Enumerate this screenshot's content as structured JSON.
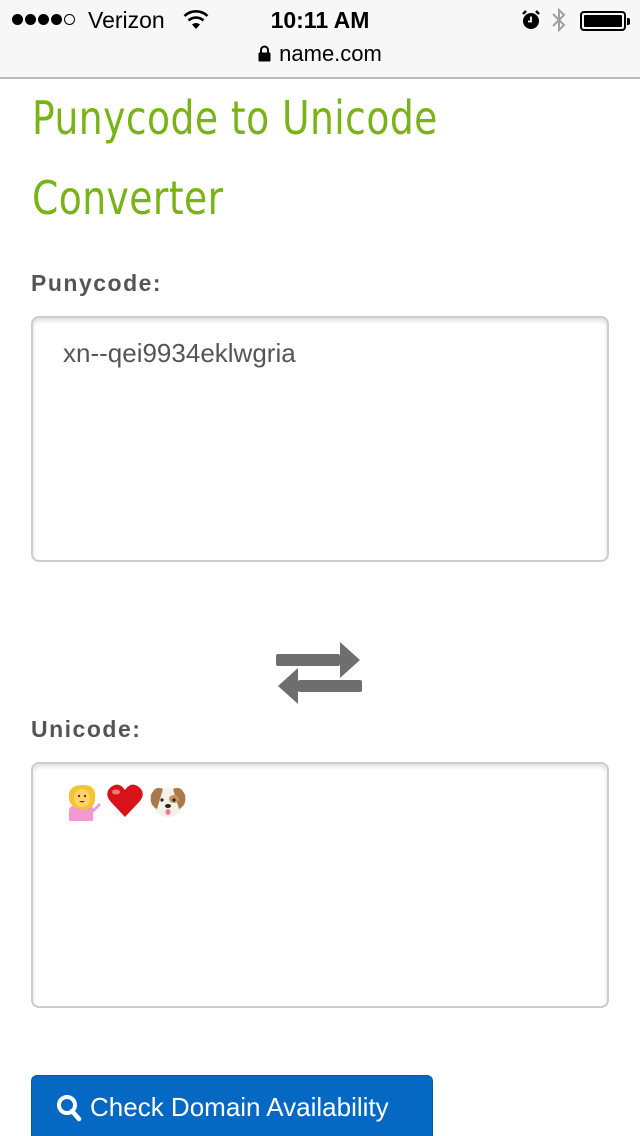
{
  "status_bar": {
    "signal_bars_filled": 4,
    "signal_bars_total": 5,
    "carrier": "Verizon",
    "time": "10:11 AM",
    "icons": [
      "wifi-icon",
      "alarm-icon",
      "bluetooth-icon",
      "battery-icon"
    ]
  },
  "browser": {
    "url": "name.com",
    "secure_icon": "lock-icon"
  },
  "page": {
    "title": "Punycode to Unicode Converter",
    "title_color": "#7ab317",
    "punycode": {
      "label": "Punycode:",
      "value": "xn--qei9934eklwgria"
    },
    "swap_icon": "swap-arrows-icon",
    "unicode": {
      "label": "Unicode:",
      "value": "💁❤️🐶",
      "emoji_names": [
        "person-tipping-hand-emoji",
        "red-heart-emoji",
        "dog-face-emoji"
      ]
    },
    "cta": {
      "label": "Check Domain Availability",
      "icon": "search-icon",
      "color": "#0568c2"
    }
  }
}
